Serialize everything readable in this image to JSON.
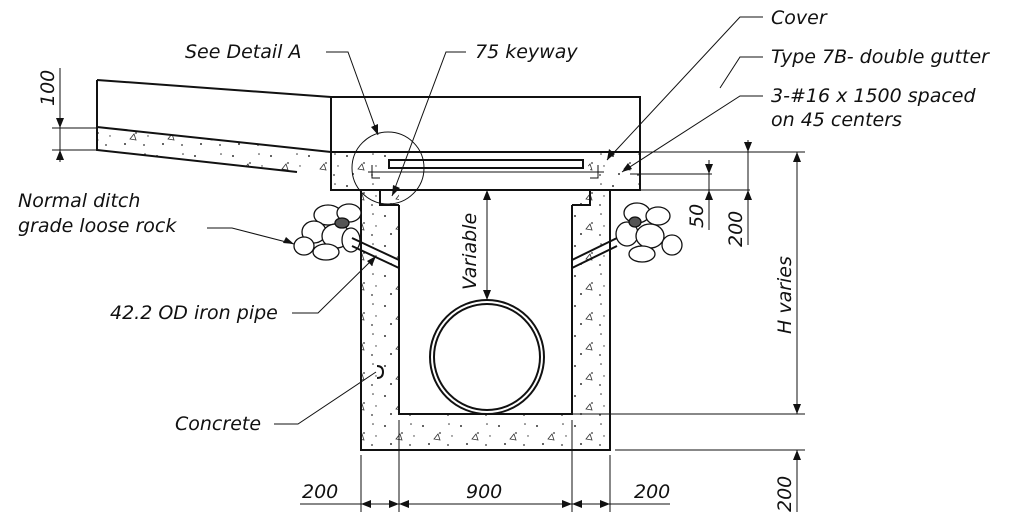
{
  "labels": {
    "cover": "Cover",
    "see_detail": "See Detail A",
    "keyway": "75 keyway",
    "gutter": "Type 7B- double gutter",
    "rebar_line1": "3-#16 x 1500 spaced",
    "rebar_line2": "on 45 centers",
    "rock_line1": "Normal ditch",
    "rock_line2": "grade loose rock",
    "pipe": "42.2 OD iron pipe",
    "concrete": "Concrete",
    "variable": "Variable",
    "h_varies": "H varies"
  },
  "dimensions": {
    "slab_thickness": "100",
    "keyway_depth": "50",
    "gutter_depth": "200",
    "wall_left": "200",
    "interior_width": "900",
    "wall_right": "200",
    "base_thickness": "200"
  }
}
